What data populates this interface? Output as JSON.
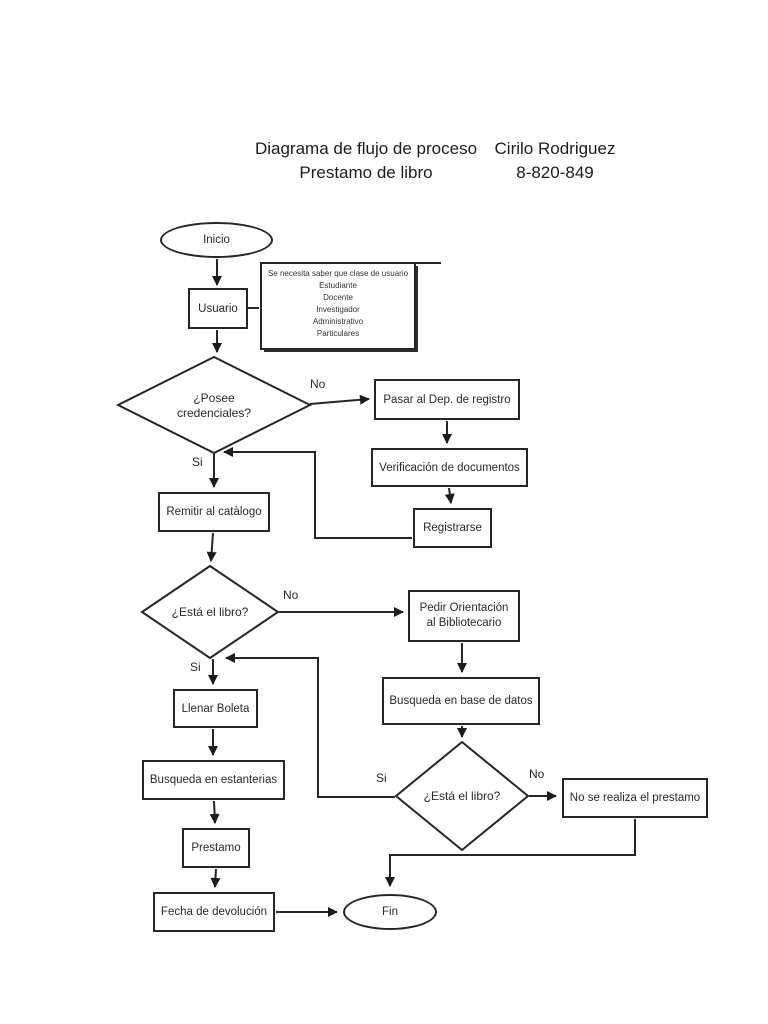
{
  "header": {
    "title_line1": "Diagrama de flujo de proceso",
    "title_line2": "Prestamo de libro",
    "author_name": "Cirilo Rodriguez",
    "author_id": "8-820-849"
  },
  "nodes": {
    "inicio": "Inicio",
    "usuario": "Usuario",
    "decision_credenciales_line1": "¿Posee",
    "decision_credenciales_line2": "credenciales?",
    "pasar_registro": "Pasar al Dep. de registro",
    "verificacion": "Verificación de documentos",
    "registrarse": "Registrarse",
    "remitir_catalogo": "Remitir al catàlogo",
    "decision_libro_1": "¿Está el libro?",
    "pedir_orientacion_line1": "Pedir Orientación",
    "pedir_orientacion_line2": "al Bibliotecario",
    "busqueda_base_datos": "Busqueda en base de datos",
    "llenar_boleta": "Llenar Boleta",
    "busqueda_estanterias": "Busqueda en estanterias",
    "decision_libro_2": "¿Está el libro?",
    "no_se_realiza": "No se realiza el prestamo",
    "prestamo": "Prestamo",
    "fecha_devolucion": "Fecha de devolución",
    "fin": "Fin"
  },
  "annotation": {
    "header": "Se necesita saber que clase de usuario",
    "items": [
      "Estudiante",
      "Docente",
      "Investigador",
      "Administrativo",
      "Particulares"
    ]
  },
  "edge_labels": {
    "credenciales_no": "No",
    "credenciales_si": "Si",
    "libro1_no": "No",
    "libro1_si": "Si",
    "libro2_si": "Si",
    "libro2_no": "No"
  },
  "colors": {
    "ink": "#262626",
    "background": "#ffffff"
  }
}
